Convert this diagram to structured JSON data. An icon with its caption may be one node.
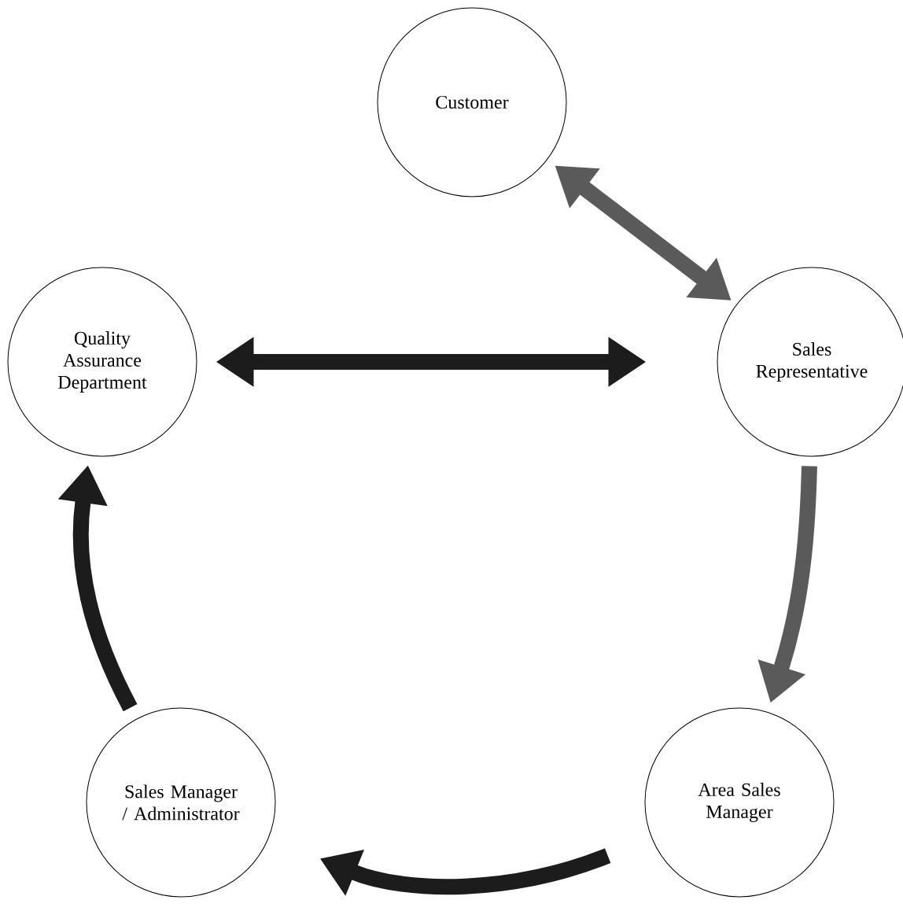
{
  "diagram": {
    "nodes": [
      {
        "text": [
          "Customer"
        ]
      },
      {
        "text": [
          "Sales Representative"
        ]
      },
      {
        "text": [
          "Area Sales Manager"
        ]
      },
      {
        "text": [
          "Sales Manager / Administrator"
        ]
      },
      {
        "text": [
          "Quality Assurance Department"
        ]
      }
    ],
    "edges": [
      {
        "from": 0,
        "to": 1,
        "arrow": "both",
        "color": "#5a5a5a"
      },
      {
        "from": 4,
        "to": 1,
        "arrow": "both"
      },
      {
        "from": 1,
        "to": 2,
        "arrow": "to",
        "color": "#5a5a5a"
      },
      {
        "from": 2,
        "to": 3,
        "arrow": "to"
      },
      {
        "from": 3,
        "to": 4,
        "arrow": "to"
      }
    ]
  }
}
